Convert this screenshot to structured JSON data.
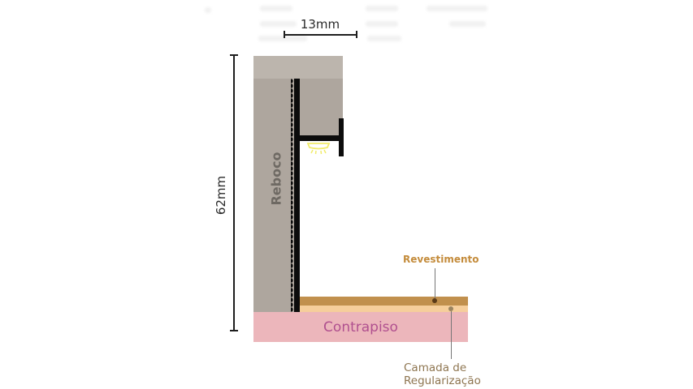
{
  "diagram": {
    "dimensions": {
      "width_label": "13mm",
      "height_label": "62mm"
    },
    "labels": {
      "wall": "Reboco",
      "subfloor": "Contrapiso",
      "finish": "Revestimento",
      "leveling_line1": "Camada de",
      "leveling_line2": "Regularização"
    },
    "colors": {
      "wall": "#aea69e",
      "wall_top": "#bcb5ad",
      "profile": "#0c0c0c",
      "revestimento": "#c1904d",
      "camada_regularizacao": "#f6ce9b",
      "contrapiso": "#ecb6bb",
      "led_light": "#f4f08a",
      "revestimento_text": "#c48c3c",
      "camada_text": "#8e7550",
      "contrapiso_text": "#b0508f"
    },
    "icons": {
      "led": "led-light-icon"
    }
  }
}
